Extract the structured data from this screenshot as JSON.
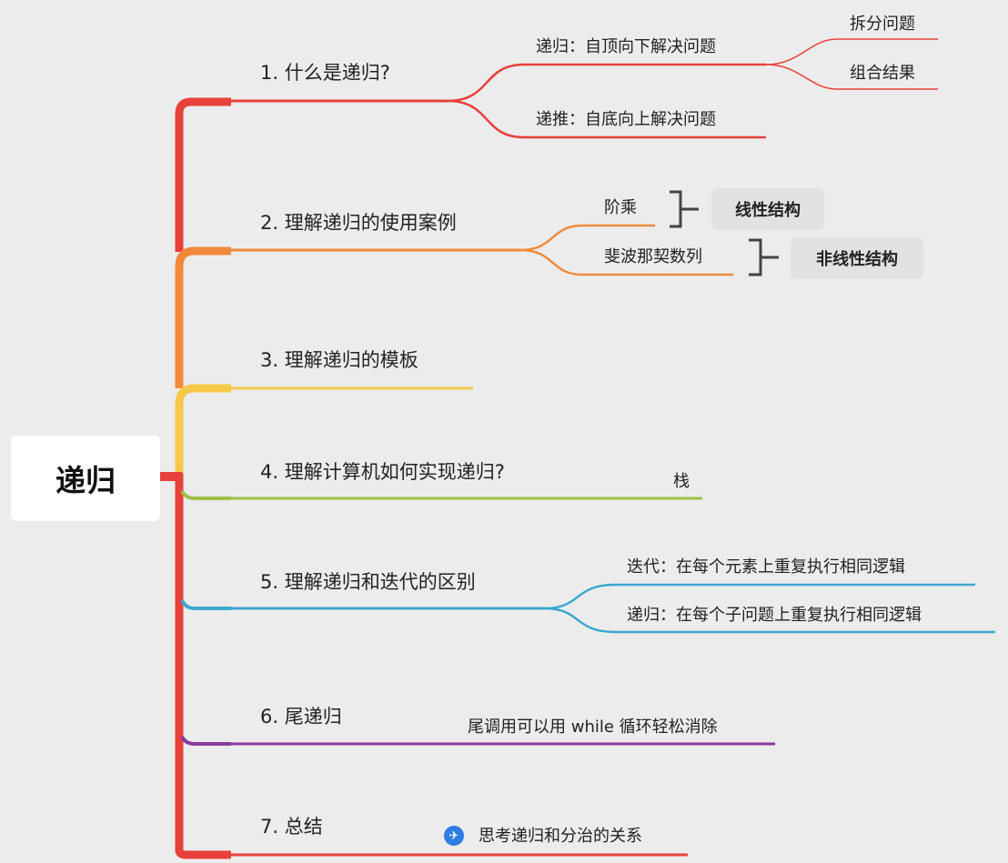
{
  "root": {
    "label": "递归"
  },
  "topics": [
    {
      "label": "1. 什么是递归?",
      "color": "#e8413b",
      "children": [
        {
          "label": "递归：自顶向下解决问题",
          "children": [
            {
              "label": "拆分问题"
            },
            {
              "label": "组合结果"
            }
          ]
        },
        {
          "label": "递推：自底向上解决问题"
        }
      ]
    },
    {
      "label": "2. 理解递归的使用案例",
      "color": "#f08a3a",
      "children": [
        {
          "label": "阶乘",
          "summary": "线性结构"
        },
        {
          "label": "斐波那契数列",
          "summary": "非线性结构"
        }
      ]
    },
    {
      "label": "3. 理解递归的模板",
      "color": "#f7c948"
    },
    {
      "label": "4. 理解计算机如何实现递归?",
      "color": "#9fc04a",
      "children": [
        {
          "label": "栈"
        }
      ]
    },
    {
      "label": "5. 理解递归和迭代的区别",
      "color": "#3ba8cf",
      "children": [
        {
          "label": "迭代：在每个元素上重复执行相同逻辑"
        },
        {
          "label": "递归：在每个子问题上重复执行相同逻辑"
        }
      ]
    },
    {
      "label": "6. 尾递归",
      "color": "#8a3a9e",
      "children": [
        {
          "label": "尾调用可以用 while 循环轻松消除"
        }
      ]
    },
    {
      "label": "7. 总结",
      "color": "#e8413b",
      "children": [
        {
          "label": "思考递归和分治的关系",
          "icon": "airplane-icon"
        }
      ]
    }
  ],
  "colors": {
    "background": "#ececec",
    "root_trunk": "#e8413b",
    "bracket": "#444444"
  }
}
